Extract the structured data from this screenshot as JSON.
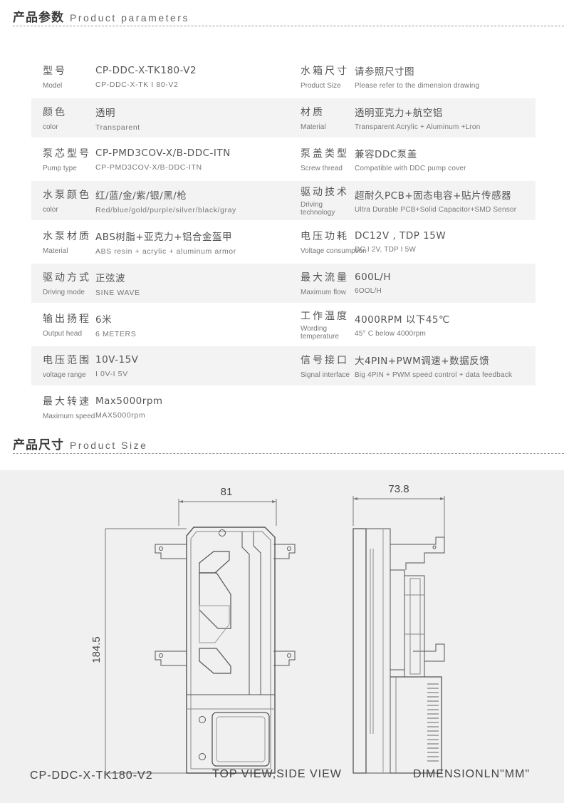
{
  "header1": {
    "cn": "产品参数",
    "en": "Product parameters"
  },
  "header2": {
    "cn": "产品尺寸",
    "en": "Product Size"
  },
  "rows": [
    {
      "left": {
        "cn": "型号",
        "en": "Model",
        "value": "CP-DDC-X-TK180-V2",
        "sub": "CP-DDC-X-TK I 80-V2"
      },
      "right": {
        "cn": "水箱尺寸",
        "en": "Product Size",
        "value": "请参照尺寸图",
        "sub": "Please refer to the dimension drawing"
      }
    },
    {
      "left": {
        "cn": "颜色",
        "en": "color",
        "value": "透明",
        "sub": "Transparent"
      },
      "right": {
        "cn": "材质",
        "en": "Material",
        "value": "透明亚克力+航空铝",
        "sub": "Transparent Acrylic + Aluminum +Lron"
      }
    },
    {
      "left": {
        "cn": "泵芯型号",
        "en": "Pump type",
        "value": "CP-PMD3COV-X/B-DDC-ITN",
        "sub": "CP-PMD3COV-X/B-DDC-ITN"
      },
      "right": {
        "cn": "泵盖类型",
        "en": "Screw thread",
        "value": "兼容DDC泵盖",
        "sub": "Compatible with DDC pump cover"
      }
    },
    {
      "left": {
        "cn": "水泵颜色",
        "en": "color",
        "value": "红/蓝/金/紫/银/黑/枪",
        "sub": "Red/blue/gold/purple/silver/black/gray"
      },
      "right": {
        "cn": "驱动技术",
        "en": "Driving technology",
        "value": "超耐久PCB+固态电容+贴片传感器",
        "sub": "Ultra Durable PCB+Solid Capacitor+SMD Sensor"
      }
    },
    {
      "left": {
        "cn": "水泵材质",
        "en": "Material",
        "value": "ABS树脂+亚克力+铝合金盔甲",
        "sub": "ABS resin + acrylic + aluminum armor"
      },
      "right": {
        "cn": "电压功耗",
        "en": "Voltage consumption",
        "value": "DC12V , TDP 15W",
        "sub": "DC I 2V, TDP I 5W"
      }
    },
    {
      "left": {
        "cn": "驱动方式",
        "en": "Driving mode",
        "value": "正弦波",
        "sub": "SINE WAVE"
      },
      "right": {
        "cn": "最大流量",
        "en": "Maximum flow",
        "value": "600L/H",
        "sub": "6OOL/H"
      }
    },
    {
      "left": {
        "cn": "输出扬程",
        "en": "Output head",
        "value": "6米",
        "sub": "6 METERS"
      },
      "right": {
        "cn": "工作温度",
        "en": "Wording temperature",
        "value": "4000RPM 以下45℃",
        "sub": "45° C below 4000rpm"
      }
    },
    {
      "left": {
        "cn": "电压范围",
        "en": "voltage range",
        "value": "10V-15V",
        "sub": "I 0V-I 5V"
      },
      "right": {
        "cn": "信号接口",
        "en": "Signal interface",
        "value": "大4PIN+PWM调速+数据反馈",
        "sub": "Big 4PIN + PWM speed control + data feedback"
      }
    },
    {
      "left": {
        "cn": "最大转速",
        "en": "Maximum speed",
        "value": "Max5000rpm",
        "sub": "MAX5000rpm"
      },
      "right": null
    }
  ],
  "dimensions": {
    "width_top": "81",
    "width_side": "73.8",
    "height": "184.5",
    "model_label": "CP-DDC-X-TK180-V2",
    "view_label": "TOP VIEW,SIDE VIEW",
    "unit_label": "DIMENSIONLN\"MM\""
  }
}
